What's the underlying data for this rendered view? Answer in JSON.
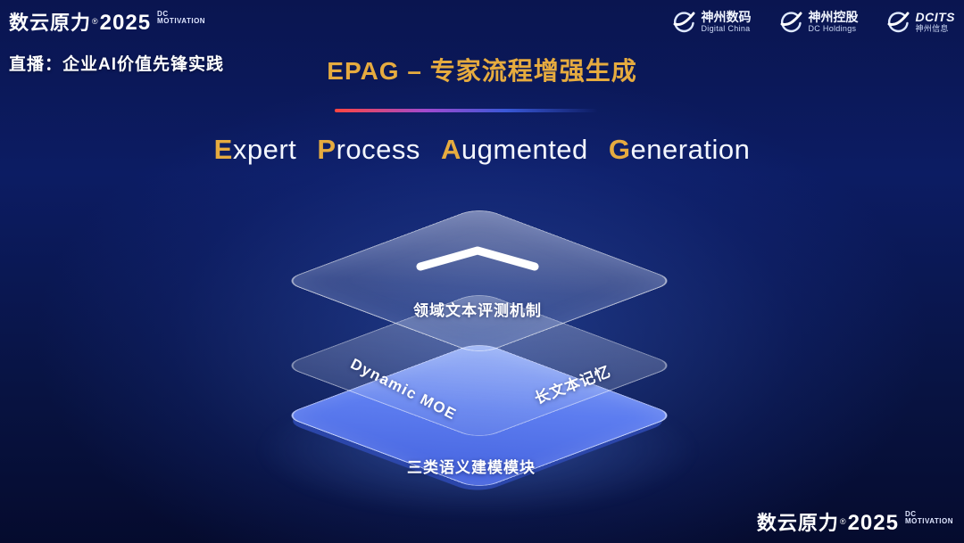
{
  "colors": {
    "gold": "#e6ab3f",
    "background_navy": "#0c1c63",
    "bottom_layer_blue": "#5d7df0",
    "divider_red": "#ff4540"
  },
  "top_bar": {
    "brand": {
      "cn": "数云原力",
      "reg": "®",
      "year": "2025",
      "dc": "DC",
      "motivation": "MOTIVATION"
    },
    "live": "直播：企业AI价值先锋实践"
  },
  "title": "EPAG – 专家流程增强生成",
  "logos": [
    {
      "line1": "神州数码",
      "line2": "Digital China"
    },
    {
      "line1": "神州控股",
      "line2": "DC Holdings"
    },
    {
      "line1": "DCITS",
      "line2": "神州信息"
    }
  ],
  "subtitle": {
    "w1i": "E",
    "w1r": "xpert",
    "w2i": "P",
    "w2r": "rocess",
    "w3i": "A",
    "w3r": "ugmented",
    "w4i": "G",
    "w4r": "eneration"
  },
  "diagram": {
    "top_label": "领域文本评测机制",
    "mid_left_label": "Dynamic MOE",
    "mid_right_label": "长文本记忆",
    "bottom_label": "三类语义建模模块"
  },
  "footer_brand": {
    "cn": "数云原力",
    "reg": "®",
    "year": "2025",
    "dc": "DC",
    "motivation": "MOTIVATION"
  }
}
